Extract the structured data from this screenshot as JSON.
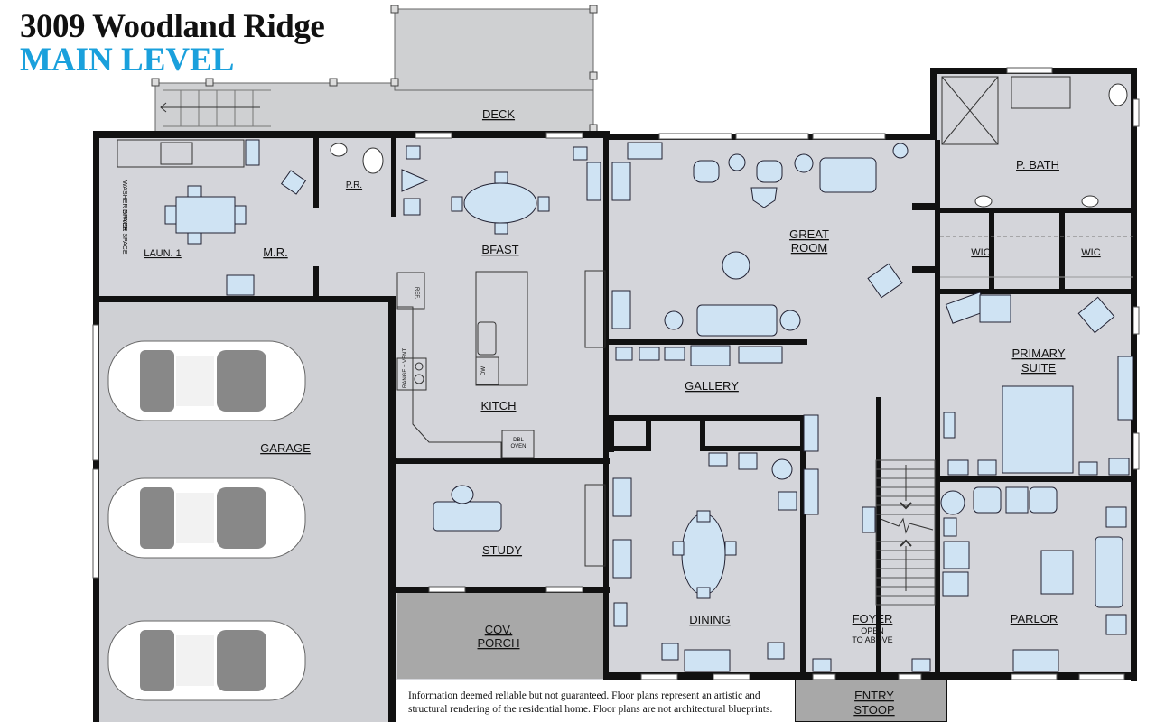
{
  "header": {
    "address": "3009 Woodland Ridge",
    "level": "MAIN LEVEL"
  },
  "colors": {
    "level_accent": "#1aa0dc",
    "floor": "#d4d5da",
    "wall": "#111111",
    "furniture": "#cfe3f3",
    "porch": "#a8a8a8",
    "deck": "#cfd0d2"
  },
  "rooms": {
    "deck": "DECK",
    "laundry": "LAUN. 1",
    "mud_room": "M.R.",
    "powder_room": "P.R.",
    "breakfast": "BFAST",
    "great_room_1": "GREAT",
    "great_room_2": "ROOM",
    "primary_bath": "P. BATH",
    "wic_left": "WIC",
    "wic_right": "WIC",
    "primary_suite_1": "PRIMARY",
    "primary_suite_2": "SUITE",
    "kitchen": "KITCH",
    "gallery": "GALLERY",
    "garage": "GARAGE",
    "study": "STUDY",
    "dining": "DINING",
    "foyer": "FOYER",
    "foyer_note_1": "OPEN",
    "foyer_note_2": "TO ABOVE",
    "parlor": "PARLOR",
    "cov_porch_1": "COV.",
    "cov_porch_2": "PORCH",
    "entry_stoop_1": "ENTRY",
    "entry_stoop_2": "STOOP"
  },
  "fixtures": {
    "washer": "WASHER SPACE",
    "dryer": "DRYER SPACE",
    "ref": "REF.",
    "range": "RANGE + VENT",
    "dw": "DW",
    "dbl_oven_1": "DBL",
    "dbl_oven_2": "OVEN"
  },
  "footer": {
    "disclaimer": "Information deemed reliable but not guaranteed. Floor plans represent an artistic and structural rendering of the residential home. Floor plans are not architectural blueprints."
  }
}
